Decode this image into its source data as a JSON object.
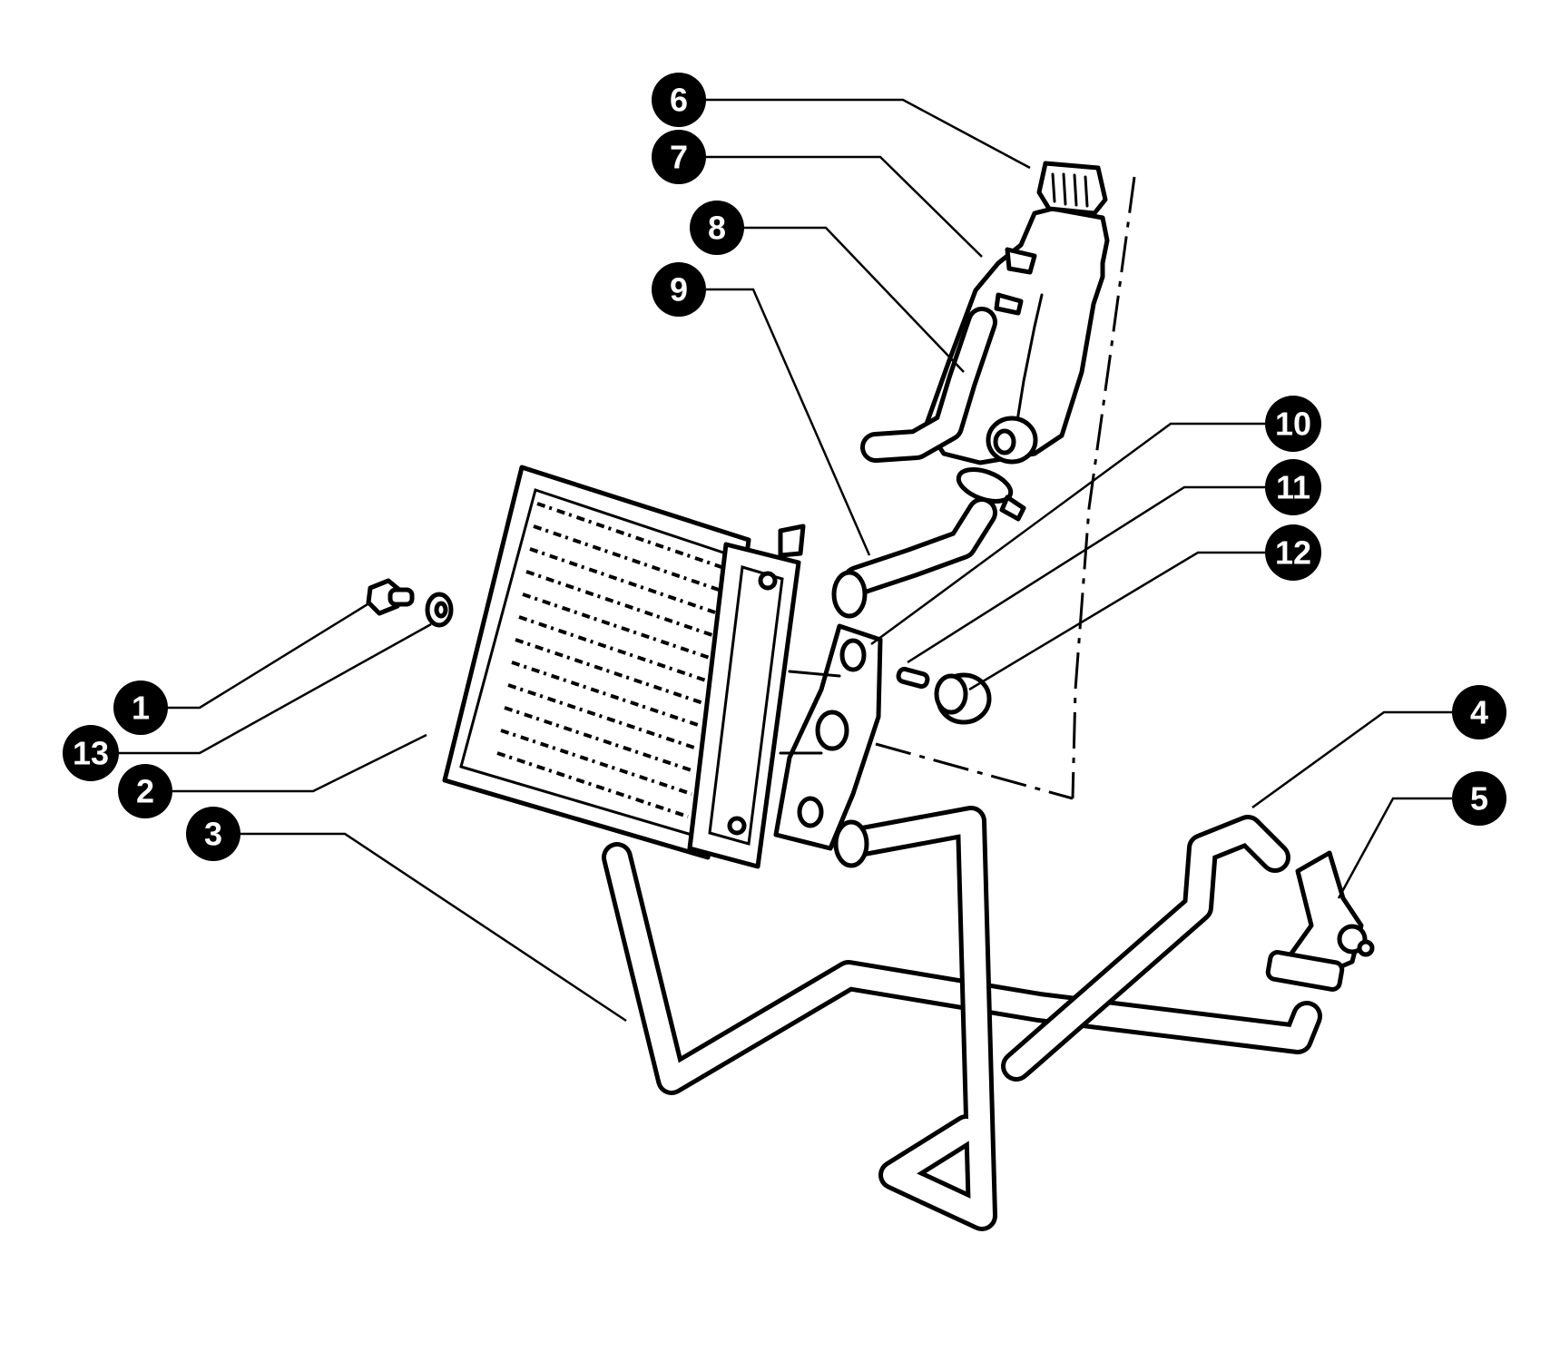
{
  "callouts": [
    {
      "number": "1"
    },
    {
      "number": "2"
    },
    {
      "number": "3"
    },
    {
      "number": "4"
    },
    {
      "number": "5"
    },
    {
      "number": "6"
    },
    {
      "number": "7"
    },
    {
      "number": "8"
    },
    {
      "number": "9"
    },
    {
      "number": "10"
    },
    {
      "number": "11"
    },
    {
      "number": "12"
    },
    {
      "number": "13"
    }
  ],
  "colors": {
    "ink": "#000000",
    "paper": "#ffffff"
  }
}
